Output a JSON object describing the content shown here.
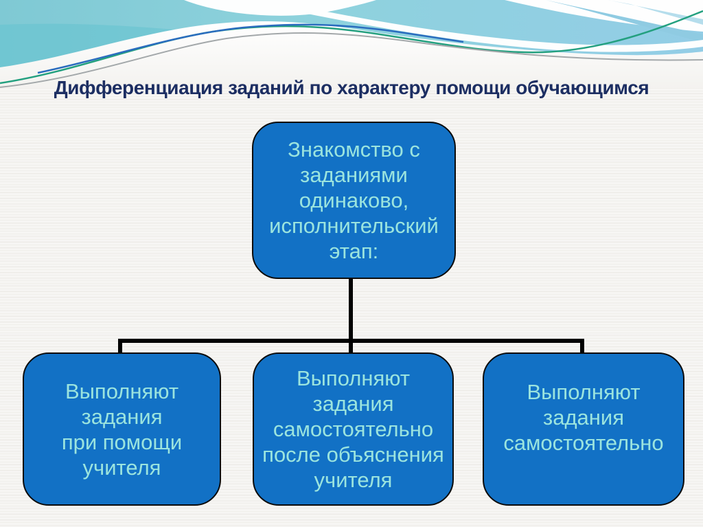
{
  "slide": {
    "title": "Дифференциация заданий по характеру помощи обучающимся"
  },
  "diagram": {
    "type": "org-chart",
    "root": {
      "text": "Знакомство с\nзаданиями\nодинаково,\nисполнительский\nэтап:"
    },
    "children": [
      {
        "text": "Выполняют задания\nпри помощи\nучителя"
      },
      {
        "text": "Выполняют задания\nсамостоятельно\nпосле объяснения\nучителя"
      },
      {
        "text": "Выполняют задания\nсамостоятельно"
      }
    ]
  },
  "colors": {
    "node_fill": "#1271C5",
    "node_border": "#0B0B0B",
    "node_text": "#9BE4DE",
    "title_text": "#1C2E62",
    "connector": "#000000",
    "background": "#F3F2EF",
    "wave_teal": "#7FC9D4",
    "wave_blue": "#93CDE6",
    "accent_green_line": "#23A07F",
    "accent_blue_line": "#2A6CBE",
    "accent_gray_line": "#A3A8AA"
  }
}
